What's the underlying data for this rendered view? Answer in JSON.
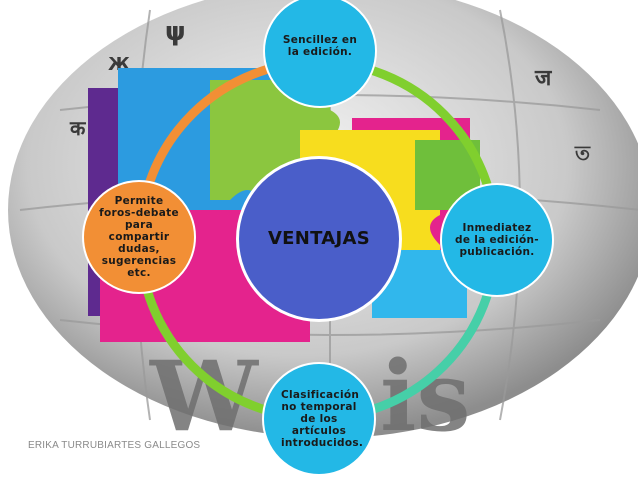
{
  "diagram": {
    "center": "VENTAJAS",
    "nodes": {
      "top": "Sencillez en la edición.",
      "right": "Inmediatez de la edición-publicación.",
      "bottom": "Clasificación no temporal de los artículos introducidos.",
      "left": "Permite foros-debate para compartir dudas, sugerencias etc."
    }
  },
  "footer": {
    "author": "ERIKA TURRUBIARTES GALLEGOS"
  },
  "colors": {
    "center": "#4a5ec9",
    "top": "#23b8e6",
    "right": "#23b8e6",
    "bottom": "#23b8e6",
    "left": "#f28f35",
    "ring_orange": "#f28f35",
    "ring_green": "#80cf2e",
    "ring_teal": "#46cfa8"
  },
  "background": {
    "image": "wikipedia-puzzle-globe-logo"
  }
}
